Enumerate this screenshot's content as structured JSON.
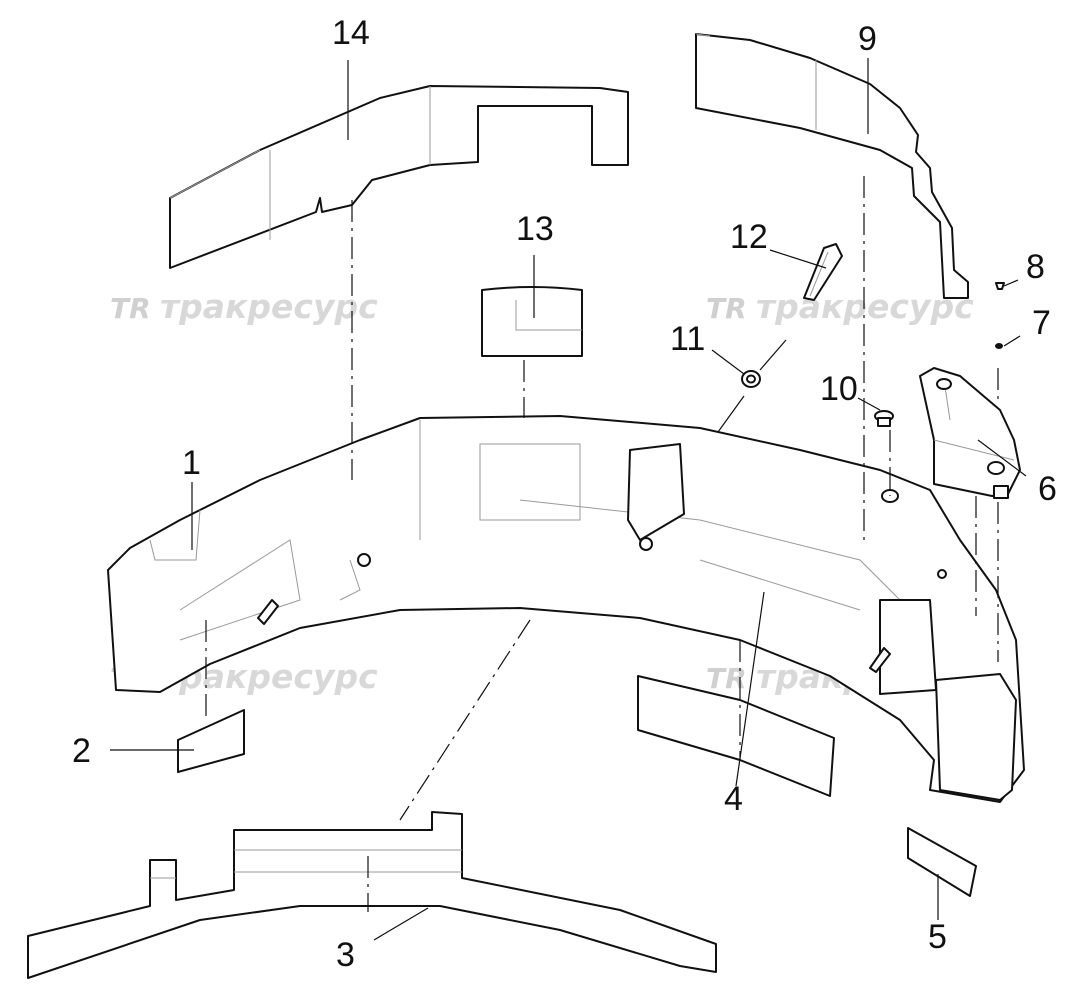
{
  "watermark": {
    "logo": "TR",
    "text": "тракресурс"
  },
  "callouts": [
    {
      "id": "1",
      "label": "1"
    },
    {
      "id": "2",
      "label": "2"
    },
    {
      "id": "3",
      "label": "3"
    },
    {
      "id": "4",
      "label": "4"
    },
    {
      "id": "5",
      "label": "5"
    },
    {
      "id": "6",
      "label": "6"
    },
    {
      "id": "7",
      "label": "7"
    },
    {
      "id": "8",
      "label": "8"
    },
    {
      "id": "9",
      "label": "9"
    },
    {
      "id": "10",
      "label": "10"
    },
    {
      "id": "11",
      "label": "11"
    },
    {
      "id": "12",
      "label": "12"
    },
    {
      "id": "13",
      "label": "13"
    },
    {
      "id": "14",
      "label": "14"
    }
  ],
  "colors": {
    "line": "#111111",
    "watermark": "#d8d8d8",
    "background": "#ffffff"
  }
}
